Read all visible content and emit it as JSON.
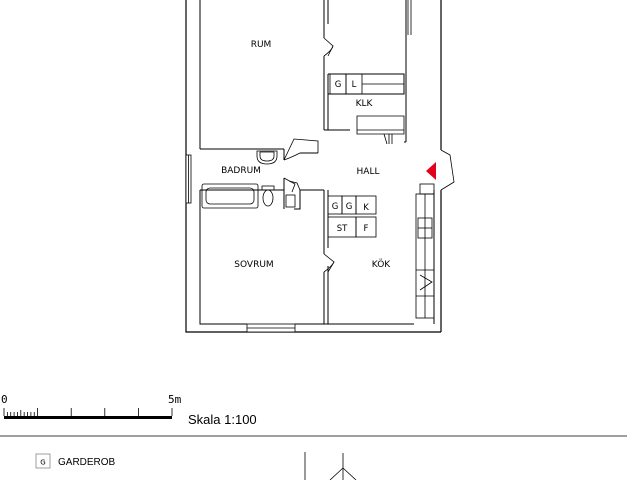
{
  "rooms": {
    "rum": "RUM",
    "klk": "KLK",
    "hall": "HALL",
    "badrum": "BADRUM",
    "sovrum": "SOVRUM",
    "kok": "KÖK"
  },
  "fixtures": {
    "klk_g": "G",
    "klk_l": "L",
    "hall_g1": "G",
    "hall_g2": "G",
    "hall_k": "K",
    "hall_st": "ST",
    "hall_f": "F"
  },
  "scale": {
    "start": "0",
    "end": "5m",
    "label": "Skala 1:100"
  },
  "legend": {
    "symbol": "G",
    "text": "GARDEROB"
  },
  "colors": {
    "entrance_marker": "#e3001b",
    "line": "#000000"
  },
  "icons": {
    "entrance": "entrance-arrow-icon",
    "north": "north-arrow-icon"
  }
}
